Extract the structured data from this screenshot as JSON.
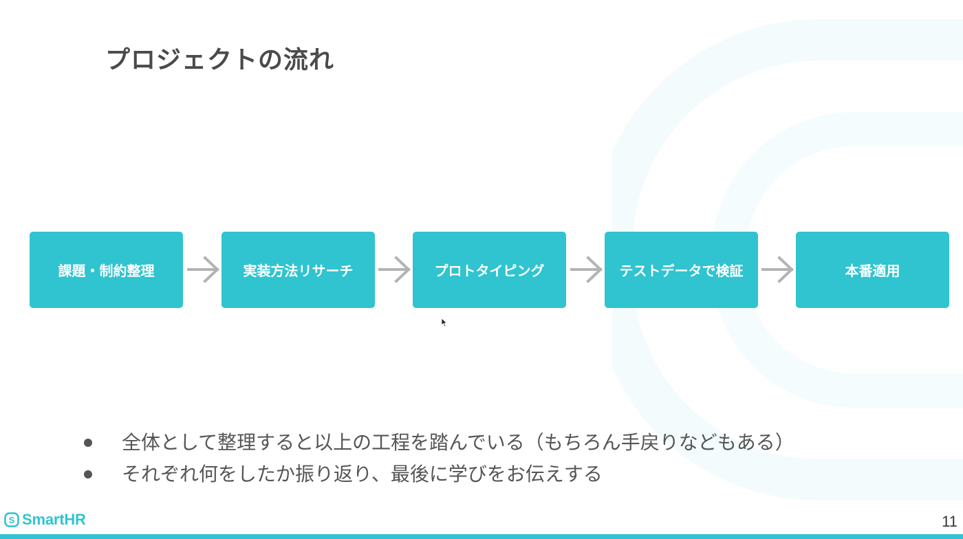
{
  "slide": {
    "title": "プロジェクトの流れ",
    "page_number": "11"
  },
  "flow": {
    "steps": [
      {
        "label": "課題・制約整理"
      },
      {
        "label": "実装方法リサーチ"
      },
      {
        "label": "プロトタイピング"
      },
      {
        "label": "テストデータで検証"
      },
      {
        "label": "本番適用"
      }
    ]
  },
  "bullets": [
    {
      "text": "全体として整理すると以上の工程を踏んでいる（もちろん手戻りなどもある）"
    },
    {
      "text": "それぞれ何をしたか振り返り、最後に学びをお伝えする"
    }
  ],
  "footer": {
    "logo_text": "SmartHR",
    "logo_mark_letter": "S"
  },
  "colors": {
    "accent": "#2fc4cf",
    "title_text": "#4a4a4a",
    "body_text": "#555555",
    "arrow": "#b3b3b3",
    "background_ring": "#f3fbfc"
  },
  "icons": {
    "arrow": "arrow-right-icon",
    "logo": "smarthr-logo-icon",
    "cursor": "mouse-cursor-icon"
  }
}
